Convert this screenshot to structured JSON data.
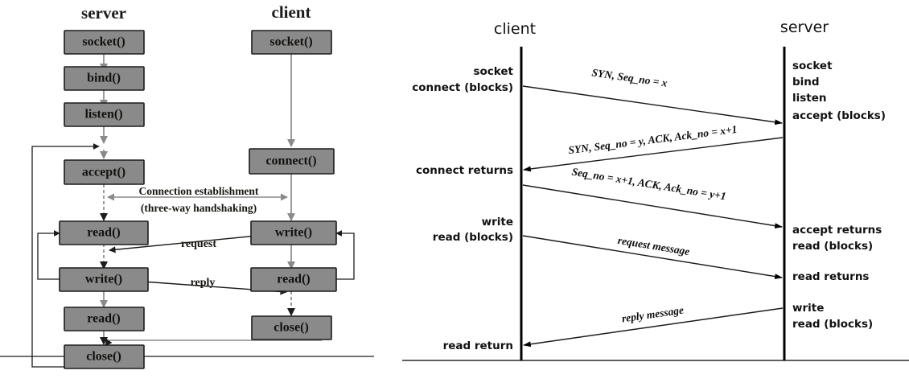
{
  "figure": {
    "left_diagram": {
      "name": "socket-api-call-flow",
      "columns": [
        {
          "id": "server",
          "title": "server"
        },
        {
          "id": "client",
          "title": "client"
        }
      ],
      "server_calls": [
        {
          "id": "socket",
          "label": "socket()"
        },
        {
          "id": "bind",
          "label": "bind()"
        },
        {
          "id": "listen",
          "label": "listen()"
        },
        {
          "id": "accept",
          "label": "accept()"
        },
        {
          "id": "read",
          "label": "read()"
        },
        {
          "id": "write",
          "label": "write()"
        },
        {
          "id": "read2",
          "label": "read()"
        },
        {
          "id": "close",
          "label": "close()"
        }
      ],
      "client_calls": [
        {
          "id": "socket",
          "label": "socket()"
        },
        {
          "id": "connect",
          "label": "connect()"
        },
        {
          "id": "write",
          "label": "write()"
        },
        {
          "id": "read",
          "label": "read()"
        },
        {
          "id": "close",
          "label": "close()"
        }
      ],
      "annotations": {
        "handshake_line1": "Connection establishment",
        "handshake_line2": "(three-way handshaking)",
        "request_label": "request",
        "reply_label": "reply"
      }
    },
    "right_diagram": {
      "name": "tcp-three-way-handshake-sequence",
      "columns": [
        {
          "id": "client",
          "title": "client"
        },
        {
          "id": "server",
          "title": "server"
        }
      ],
      "client_events": [
        {
          "id": "socket",
          "label": "socket"
        },
        {
          "id": "connect-blocks",
          "label": "connect (blocks)"
        },
        {
          "id": "connect-returns",
          "label": "connect returns"
        },
        {
          "id": "write",
          "label": "write"
        },
        {
          "id": "read-blocks",
          "label": "read (blocks)"
        },
        {
          "id": "read-return",
          "label": "read return"
        }
      ],
      "server_events": [
        {
          "id": "socket",
          "label": "socket"
        },
        {
          "id": "bind",
          "label": "bind"
        },
        {
          "id": "listen",
          "label": "listen"
        },
        {
          "id": "accept-blocks",
          "label": "accept (blocks)"
        },
        {
          "id": "accept-returns",
          "label": "accept returns"
        },
        {
          "id": "read-blocks",
          "label": "read (blocks)"
        },
        {
          "id": "read-returns",
          "label": "read returns"
        },
        {
          "id": "write",
          "label": "write"
        },
        {
          "id": "read-blocks-2",
          "label": "read (blocks)"
        }
      ],
      "messages": [
        {
          "id": "syn",
          "label": "SYN, Seq_no = x",
          "direction": "client-to-server"
        },
        {
          "id": "syn-ack",
          "label": "SYN, Seq_no = y, ACK, Ack_no = x+1",
          "direction": "server-to-client"
        },
        {
          "id": "ack",
          "label": "Seq_no = x+1, ACK, Ack_no = y+1",
          "direction": "client-to-server"
        },
        {
          "id": "request",
          "label": "request message",
          "direction": "client-to-server"
        },
        {
          "id": "reply",
          "label": "reply message",
          "direction": "server-to-client"
        }
      ]
    }
  },
  "colors": {
    "box_fill": "#8a8a8a",
    "box_stroke": "#1c1c1c",
    "flow_arrow": "#8a8a8a",
    "loop_arrow": "#1c1c1c",
    "text": "#111111",
    "background": "#ffffff"
  }
}
